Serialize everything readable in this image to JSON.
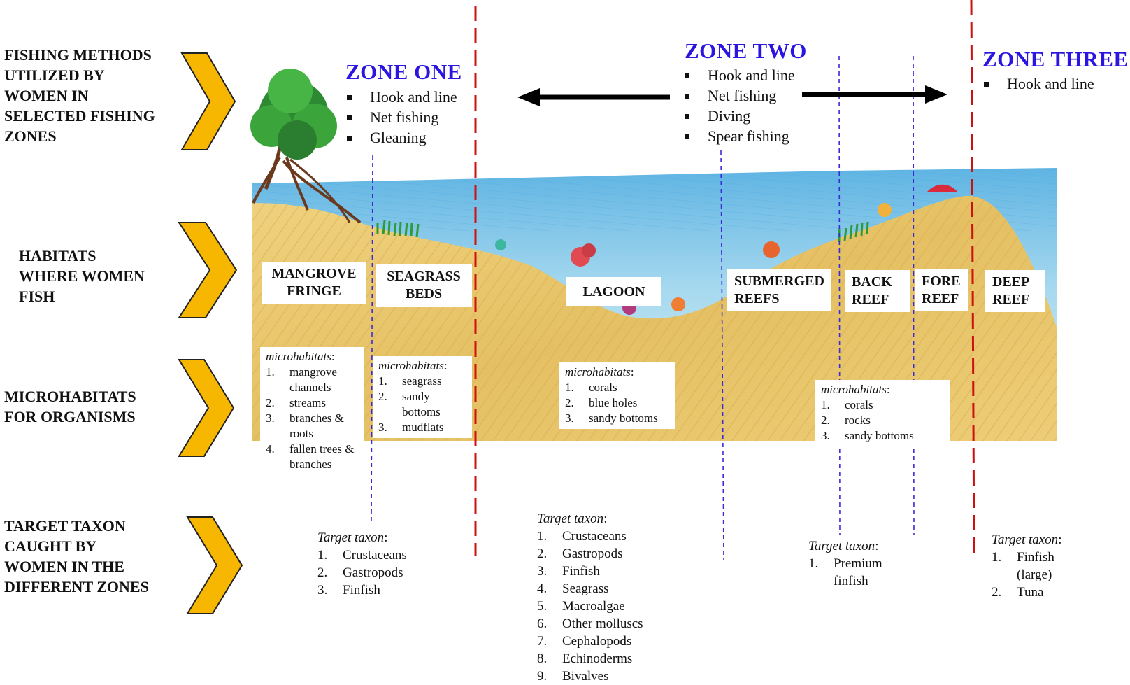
{
  "row_labels": {
    "fishing_methods": "FISHING METHODS\nUTILIZED BY\nWOMEN IN\nSELECTED FISHING\nZONES",
    "habitats": "HABITATS\nWHERE WOMEN\nFISH",
    "microhabitats": "MICROHABITATS\nFOR ORGANISMS",
    "target_taxon": "TARGET TAXON\nCAUGHT BY\nWOMEN IN THE\nDIFFERENT ZONES"
  },
  "zones": [
    {
      "title": "ZONE ONE",
      "methods": [
        "Hook and line",
        "Net fishing",
        "Gleaning"
      ]
    },
    {
      "title": "ZONE TWO",
      "methods": [
        "Hook and line",
        "Net fishing",
        "Diving",
        "Spear fishing"
      ]
    },
    {
      "title": "ZONE THREE",
      "methods": [
        "Hook and line"
      ]
    }
  ],
  "habitats": {
    "mangrove_fringe": "MANGROVE\nFRINGE",
    "seagrass_beds": "SEAGRASS\nBEDS",
    "lagoon": "LAGOON",
    "submerged_reefs": "SUBMERGED\nREEFS",
    "back_reef": "BACK\nREEF",
    "fore_reef": "FORE\nREEF",
    "deep_reef": "DEEP\nREEF"
  },
  "microhabitats": {
    "title": "microhabitats",
    "mangrove": [
      {
        "n": "1.",
        "text": "mangrove channels"
      },
      {
        "n": "2.",
        "text": "streams"
      },
      {
        "n": "3.",
        "text": "branches & roots"
      },
      {
        "n": "4.",
        "text": "fallen trees & branches"
      }
    ],
    "seagrass": [
      {
        "n": "1.",
        "text": "seagrass"
      },
      {
        "n": "2.",
        "text": "sandy bottoms"
      },
      {
        "n": "3.",
        "text": "mudflats"
      }
    ],
    "lagoon": [
      {
        "n": "1.",
        "text": "corals"
      },
      {
        "n": "2.",
        "text": "blue holes"
      },
      {
        "n": "3.",
        "text": "sandy bottoms"
      }
    ],
    "reef": [
      {
        "n": "1.",
        "text": "corals"
      },
      {
        "n": "2.",
        "text": "rocks"
      },
      {
        "n": "3.",
        "text": "sandy bottoms"
      }
    ]
  },
  "target_taxon": {
    "title": "Target taxon",
    "zone_one": [
      {
        "n": "1.",
        "text": "Crustaceans"
      },
      {
        "n": "2.",
        "text": "Gastropods"
      },
      {
        "n": "3.",
        "text": "Finfish"
      }
    ],
    "lagoon": [
      {
        "n": "1.",
        "text": "Crustaceans"
      },
      {
        "n": "2.",
        "text": "Gastropods"
      },
      {
        "n": "3.",
        "text": "Finfish"
      },
      {
        "n": "4.",
        "text": "Seagrass"
      },
      {
        "n": "5.",
        "text": "Macroalgae"
      },
      {
        "n": "6.",
        "text": "Other molluscs"
      },
      {
        "n": "7.",
        "text": "Cephalopods"
      },
      {
        "n": "8.",
        "text": "Echinoderms"
      },
      {
        "n": "9.",
        "text": "Bivalves"
      }
    ],
    "reef": [
      {
        "n": "1.",
        "text": "Premium finfish"
      }
    ],
    "zone_three": [
      {
        "n": "1.",
        "text": "Finfish (large)"
      },
      {
        "n": "2.",
        "text": "Tuna"
      }
    ]
  },
  "colors": {
    "zone_title": "#2a16e0",
    "chevron": "#f7b700",
    "zone_divider": "#cc1111",
    "habitat_divider": "#3a2bd8",
    "sea": "#8ecdea",
    "sand": "#e6c468"
  }
}
